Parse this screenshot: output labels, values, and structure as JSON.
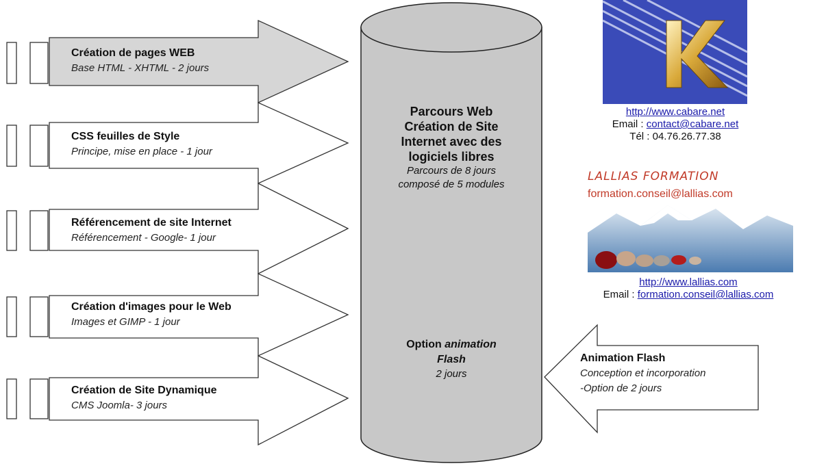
{
  "modules": [
    {
      "title": "Création de pages WEB",
      "subtitle": "Base HTML - XHTML - 2 jours"
    },
    {
      "title": "CSS feuilles de Style",
      "subtitle": "Principe, mise en place - 1 jour"
    },
    {
      "title": "Référencement de site Internet",
      "subtitle": "Référencement - Google- 1 jour"
    },
    {
      "title": "Création d'images pour le Web",
      "subtitle": "Images et GIMP - 1 jour"
    },
    {
      "title": "Création de Site Dynamique",
      "subtitle": "CMS Joomla- 3 jours"
    }
  ],
  "center": {
    "title_lines": [
      "Parcours Web",
      "Création de Site",
      "Internet avec des",
      "logiciels libres"
    ],
    "sub_lines": [
      "Parcours de 8 jours",
      "composé de 5 modules"
    ],
    "option_prefix": "Option ",
    "option_italic": "animation",
    "option_line2": "Flash",
    "option_duration": "2 jours"
  },
  "flash": {
    "title": "Animation Flash",
    "line1": "Conception et incorporation",
    "line2": "-Option de  2 jours"
  },
  "cabare": {
    "url": "http://www.cabare.net",
    "email_label": "Email : ",
    "email": "contact@cabare.net",
    "phone": "Tél : 04.76.26.77.38",
    "logo_letter": "K"
  },
  "lallias": {
    "logo_title": "LALLIAS FORMATION",
    "logo_email": "formation.conseil@lallias.com",
    "url": "http://www.lallias.com",
    "email_label": "Email : ",
    "email": "formation.conseil@lallias.com"
  },
  "colors": {
    "arrow_fill": "#ffffff",
    "first_arrow_fill": "#d6d6d6",
    "cylinder": "#c8c8c8",
    "link": "#1a1aaa",
    "lallias": "#c13a28",
    "k_logo_bg": "#3a4bb8"
  }
}
